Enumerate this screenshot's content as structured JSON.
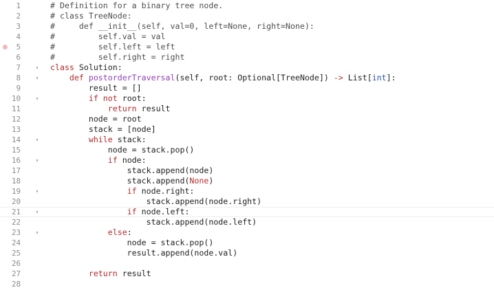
{
  "editor": {
    "lines": [
      {
        "num": "1",
        "fold": "",
        "bp": false,
        "active": false,
        "tokens": [
          {
            "t": "# Definition for a binary tree node.",
            "c": "comment"
          }
        ]
      },
      {
        "num": "2",
        "fold": "",
        "bp": false,
        "active": false,
        "tokens": [
          {
            "t": "# class TreeNode:",
            "c": "comment"
          }
        ]
      },
      {
        "num": "3",
        "fold": "",
        "bp": false,
        "active": false,
        "tokens": [
          {
            "t": "#     def __init__(self, val=0, left=None, right=None):",
            "c": "comment"
          }
        ]
      },
      {
        "num": "4",
        "fold": "",
        "bp": false,
        "active": false,
        "tokens": [
          {
            "t": "#         self.val = val",
            "c": "comment"
          }
        ]
      },
      {
        "num": "5",
        "fold": "",
        "bp": true,
        "active": false,
        "tokens": [
          {
            "t": "#         self.left = left",
            "c": "comment"
          }
        ]
      },
      {
        "num": "6",
        "fold": "",
        "bp": false,
        "active": false,
        "tokens": [
          {
            "t": "#         self.right = right",
            "c": "comment"
          }
        ]
      },
      {
        "num": "7",
        "fold": "▾",
        "bp": false,
        "active": false,
        "tokens": [
          {
            "t": "class ",
            "c": "kw"
          },
          {
            "t": "Solution:",
            "c": "plain"
          }
        ]
      },
      {
        "num": "8",
        "fold": "▾",
        "bp": false,
        "active": false,
        "tokens": [
          {
            "t": "    ",
            "c": "plain"
          },
          {
            "t": "def ",
            "c": "kw"
          },
          {
            "t": "postorderTraversal",
            "c": "fn"
          },
          {
            "t": "(self, root: Optional[TreeNode]) ",
            "c": "plain"
          },
          {
            "t": "->",
            "c": "op"
          },
          {
            "t": " List[",
            "c": "plain"
          },
          {
            "t": "int",
            "c": "type"
          },
          {
            "t": "]:",
            "c": "plain"
          }
        ]
      },
      {
        "num": "9",
        "fold": "",
        "bp": false,
        "active": false,
        "tokens": [
          {
            "t": "        result = []",
            "c": "plain"
          }
        ]
      },
      {
        "num": "10",
        "fold": "▾",
        "bp": false,
        "active": false,
        "tokens": [
          {
            "t": "        ",
            "c": "plain"
          },
          {
            "t": "if not",
            "c": "kw"
          },
          {
            "t": " root:",
            "c": "plain"
          }
        ]
      },
      {
        "num": "11",
        "fold": "",
        "bp": false,
        "active": false,
        "tokens": [
          {
            "t": "            ",
            "c": "plain"
          },
          {
            "t": "return",
            "c": "kw"
          },
          {
            "t": " result",
            "c": "plain"
          }
        ]
      },
      {
        "num": "12",
        "fold": "",
        "bp": false,
        "active": false,
        "tokens": [
          {
            "t": "        node = root",
            "c": "plain"
          }
        ]
      },
      {
        "num": "13",
        "fold": "",
        "bp": false,
        "active": false,
        "tokens": [
          {
            "t": "        stack = [node]",
            "c": "plain"
          }
        ]
      },
      {
        "num": "14",
        "fold": "▾",
        "bp": false,
        "active": false,
        "tokens": [
          {
            "t": "        ",
            "c": "plain"
          },
          {
            "t": "while",
            "c": "kw"
          },
          {
            "t": " stack:",
            "c": "plain"
          }
        ]
      },
      {
        "num": "15",
        "fold": "",
        "bp": false,
        "active": false,
        "tokens": [
          {
            "t": "            node = stack.pop()",
            "c": "plain"
          }
        ]
      },
      {
        "num": "16",
        "fold": "▾",
        "bp": false,
        "active": false,
        "tokens": [
          {
            "t": "            ",
            "c": "plain"
          },
          {
            "t": "if",
            "c": "kw"
          },
          {
            "t": " node:",
            "c": "plain"
          }
        ]
      },
      {
        "num": "17",
        "fold": "",
        "bp": false,
        "active": false,
        "tokens": [
          {
            "t": "                stack.append(node)",
            "c": "plain"
          }
        ]
      },
      {
        "num": "18",
        "fold": "",
        "bp": false,
        "active": false,
        "tokens": [
          {
            "t": "                stack.append(",
            "c": "plain"
          },
          {
            "t": "None",
            "c": "builtin"
          },
          {
            "t": ")",
            "c": "plain"
          }
        ]
      },
      {
        "num": "19",
        "fold": "▾",
        "bp": false,
        "active": false,
        "tokens": [
          {
            "t": "                ",
            "c": "plain"
          },
          {
            "t": "if",
            "c": "kw"
          },
          {
            "t": " node.right:",
            "c": "plain"
          }
        ]
      },
      {
        "num": "20",
        "fold": "",
        "bp": false,
        "active": false,
        "tokens": [
          {
            "t": "                    stack.append(node.right)",
            "c": "plain"
          }
        ]
      },
      {
        "num": "21",
        "fold": "▾",
        "bp": false,
        "active": true,
        "tokens": [
          {
            "t": "                ",
            "c": "plain"
          },
          {
            "t": "if",
            "c": "kw"
          },
          {
            "t": " node.left:",
            "c": "plain"
          }
        ]
      },
      {
        "num": "22",
        "fold": "",
        "bp": false,
        "active": false,
        "tokens": [
          {
            "t": "                    stack.append(node.left)",
            "c": "plain"
          }
        ]
      },
      {
        "num": "23",
        "fold": "▾",
        "bp": false,
        "active": false,
        "tokens": [
          {
            "t": "            ",
            "c": "plain"
          },
          {
            "t": "else",
            "c": "kw"
          },
          {
            "t": ":",
            "c": "plain"
          }
        ]
      },
      {
        "num": "24",
        "fold": "",
        "bp": false,
        "active": false,
        "tokens": [
          {
            "t": "                node = stack.pop()",
            "c": "plain"
          }
        ]
      },
      {
        "num": "25",
        "fold": "",
        "bp": false,
        "active": false,
        "tokens": [
          {
            "t": "                result.append(node.val)",
            "c": "plain"
          }
        ]
      },
      {
        "num": "26",
        "fold": "",
        "bp": false,
        "active": false,
        "tokens": []
      },
      {
        "num": "27",
        "fold": "",
        "bp": false,
        "active": false,
        "tokens": [
          {
            "t": "        ",
            "c": "plain"
          },
          {
            "t": "return",
            "c": "kw"
          },
          {
            "t": " result",
            "c": "plain"
          }
        ]
      },
      {
        "num": "28",
        "fold": "",
        "bp": false,
        "active": false,
        "tokens": []
      }
    ]
  },
  "colors": {
    "comment": "#4e4e4e",
    "keyword": "#b42b2b",
    "function": "#8f3fb8",
    "type": "#2b51b4",
    "plain": "#1f1f1f",
    "line_number": "#8a8a8a",
    "breakpoint": "#f2b8b8"
  }
}
